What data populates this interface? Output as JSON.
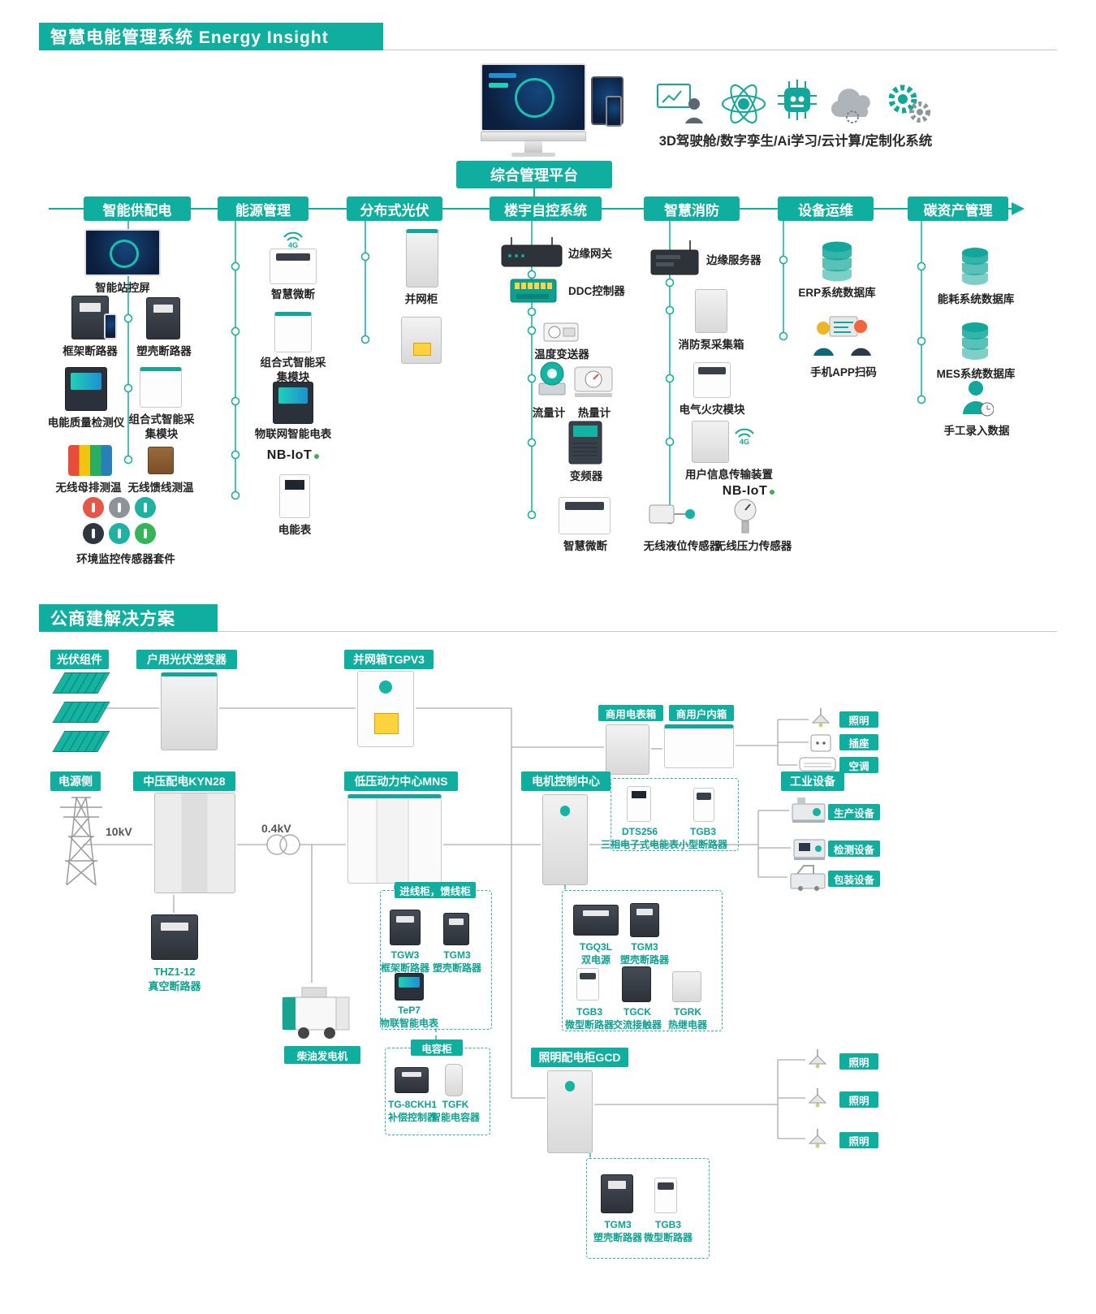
{
  "colors": {
    "accent": "#0FAE9E"
  },
  "section1": {
    "title": "智慧电能管理系统 Energy  Insight",
    "platform": "综合管理平台",
    "tech_caption": "3D驾驶舱/数字孪生/Ai学习/云计算/定制化系统",
    "g4": "4G",
    "nbiot": "NB-IoT",
    "branch_labels": [
      "智能供配电",
      "能源管理",
      "分布式光伏",
      "楼宇自控系统",
      "智慧消防",
      "设备运维",
      "碳资产管理"
    ],
    "b1": {
      "i1": "智能站控屏",
      "i2": "框架断路器",
      "i3": "塑壳断路器",
      "i4": "电能质量检测仪",
      "i5": "组合式智能采集模块",
      "i6": "无线母排测温",
      "i7": "无线馈线测温",
      "i8": "环境监控传感器套件"
    },
    "b2": {
      "i1": "智慧微断",
      "i2": "组合式智能采集模块",
      "i3": "物联网智能电表",
      "i4": "电能表"
    },
    "b3": {
      "i1": "并网柜"
    },
    "b4": {
      "i1": "边缘网关",
      "i2": "DDC控制器",
      "i3": "温度变送器",
      "i4": "流量计",
      "i5": "热量计",
      "i6": "变频器",
      "i7": "智慧微断"
    },
    "b5": {
      "i1": "边缘服务器",
      "i2": "消防泵采集箱",
      "i3": "电气火灾模块",
      "i4": "用户信息传输装置",
      "i5": "无线液位传感器",
      "i6": "无线压力传感器"
    },
    "b6": {
      "i1": "ERP系统数据库",
      "i2": "手机APP扫码"
    },
    "b7": {
      "i1": "能耗系统数据库",
      "i2": "MES系统数据库",
      "i3": "手工录入数据"
    }
  },
  "section2": {
    "title": "公商建解决方案",
    "tags": {
      "pv": "光伏组件",
      "inverter": "户用光伏逆变器",
      "gridbox": "并网箱TGPV3",
      "meterbox": "商用电表箱",
      "indoorbox": "商用户内箱",
      "lighting": "照明",
      "socket": "插座",
      "ac": "空调",
      "powerside": "电源侧",
      "kyn": "中压配电KYN28",
      "mns": "低压动力中心MNS",
      "mcc": "电机控制中心",
      "industrial": "工业设备",
      "prod": "生产设备",
      "test": "检测设备",
      "pack": "包装设备",
      "diesel": "柴油发电机",
      "gcd": "照明配电柜GCD",
      "lighting2": "照明",
      "lighting3": "照明",
      "lighting4": "照明"
    },
    "volt": {
      "kv10": "10kV",
      "kv04": "0.4kV"
    },
    "dts": {
      "m1": "DTS256",
      "n1": "三相电子式电能表",
      "m2": "TGB3",
      "n2": "小型断路器"
    },
    "thz": {
      "m": "THZ1-12",
      "n": "真空断路器"
    },
    "incoming": {
      "title": "进线柜，馈线柜",
      "m1": "TGW3",
      "n1": "框架断路器",
      "m2": "TGM3",
      "n2": "塑壳断路器",
      "m3": "TeP7",
      "n3": "物联智能电表"
    },
    "cap": {
      "title": "电容柜",
      "m1": "TG-8CKH1",
      "n1": "补偿控制器",
      "m2": "TGFK",
      "n2": "智能电容器"
    },
    "mccbox": {
      "m1": "TGQ3L",
      "n1": "双电源",
      "m2": "TGM3",
      "n2": "塑壳断路器",
      "m3": "TGB3",
      "n3": "微型断路器",
      "m4": "TGCK",
      "n4": "交流接触器",
      "m5": "TGRK",
      "n5": "热继电器"
    },
    "gcdbox": {
      "m1": "TGM3",
      "n1": "塑壳断路器",
      "m2": "TGB3",
      "n2": "微型断路器"
    }
  }
}
